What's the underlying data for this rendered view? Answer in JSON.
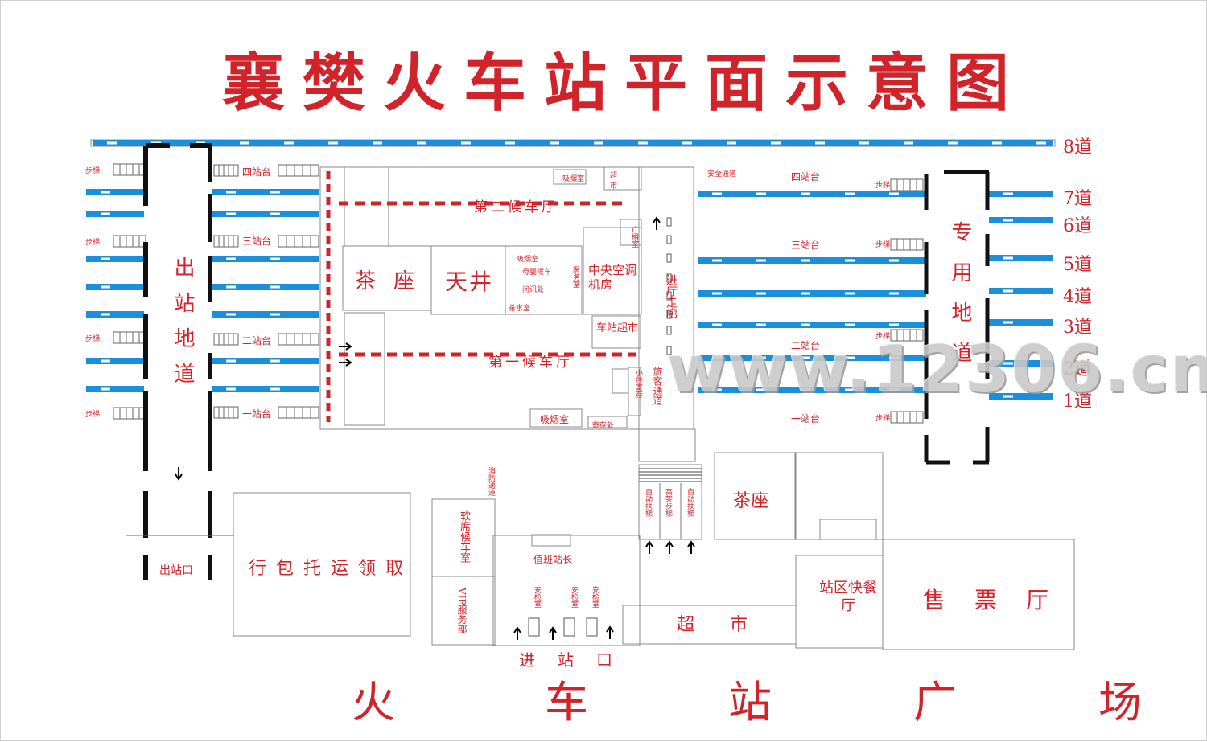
{
  "title": "襄樊火车站平面示意图",
  "plaza": [
    "火",
    "车",
    "站",
    "广",
    "场"
  ],
  "tracks": [
    "8道",
    "7道",
    "6道",
    "5道",
    "4道",
    "3道",
    "2道",
    "1道"
  ],
  "platforms_left": [
    "四站台",
    "三站台",
    "二站台",
    "一站台"
  ],
  "platforms_right": [
    "四站台",
    "三站台",
    "二站台",
    "一站台"
  ],
  "stairs": "步梯",
  "exit_tunnel": "出站地道",
  "exit": "出站口",
  "special_tunnel": "专用地道",
  "rooms": {
    "waiting2": "第二候车厅",
    "waiting1": "第一候车厅",
    "tea_seat": "茶座",
    "patio": "天井",
    "ac_room": "中央空调机房",
    "station_market": "车站超市",
    "corridor": "进厅走廊",
    "passenger_passage": "旅客通道",
    "smoking": "吸烟室",
    "smoking2": "吸烟室",
    "market_small": "超市",
    "safety_passage": "安全通道",
    "fire_passage": "消防通道",
    "baggage": "行包托运领取",
    "soft_seat": "软席候车室",
    "vip": "VIP服务部",
    "duty_master": "值班站长",
    "security": "安检室",
    "entrance": "进站口",
    "supermarket": "超市",
    "tea_seat2": "茶座",
    "fast_food": "站区快餐厅",
    "ticket_hall": "售票厅",
    "escalator_up": "自动扶梯",
    "stair_mid": "高架步梯",
    "escalator_down": "自动扶梯",
    "broadcast": "广播室",
    "small_rooms": [
      "吸烟室",
      "母婴候车",
      "问讯处",
      "医务室",
      "茶水室",
      "小件寄存",
      "寄存处"
    ]
  },
  "watermark": "www.12306.cn",
  "colors": {
    "red": "#d1232a",
    "blue": "#1a8fdc",
    "black": "#111111"
  }
}
